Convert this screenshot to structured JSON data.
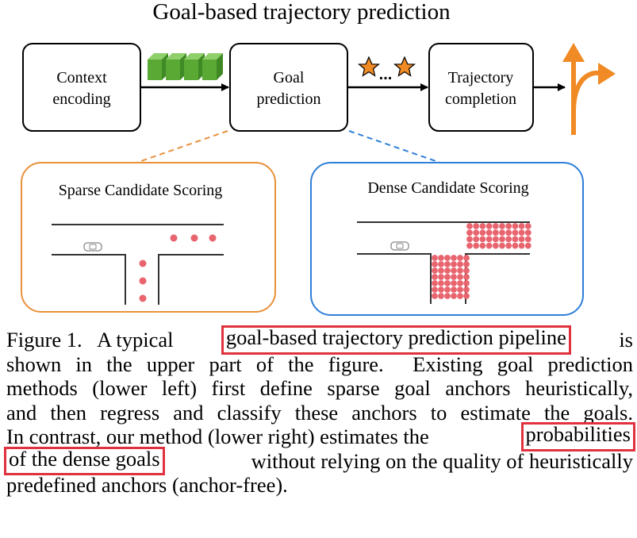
{
  "figure": {
    "title": "Goal-based trajectory prediction",
    "boxes": {
      "context_encoding": [
        "Context",
        "encoding"
      ],
      "goal_prediction": [
        "Goal",
        "prediction"
      ],
      "trajectory_completion": [
        "Trajectory",
        "completion"
      ]
    },
    "stars_ellipsis": "...",
    "panels": {
      "sparse": {
        "title": "Sparse Candidate Scoring"
      },
      "dense": {
        "title": "Dense Candidate Scoring"
      }
    },
    "colors": {
      "sparse_border": "#e8913a",
      "dense_border": "#2f7fd8",
      "goal_dot": "#e8646e",
      "arrow_orange": "#f08a24",
      "feature_green": "#5aa935",
      "highlight_red": "#e0313f"
    }
  },
  "caption": {
    "lines": [
      {
        "before": "Figure 1.   A typical ",
        "highlight": "goal-based trajectory prediction pipeline",
        "after": " is"
      },
      {
        "text": "shown in the upper part of the figure.  Existing goal prediction"
      },
      {
        "text": "methods (lower left) first define sparse goal anchors heuristically,"
      },
      {
        "text": "and then regress and classify these anchors to estimate the goals."
      },
      {
        "before": "In contrast, our method (lower right) estimates the ",
        "highlight": "probabilities",
        "after": ""
      },
      {
        "before": "",
        "highlight": "of the dense goals",
        "after": " without relying on the quality of heuristically"
      },
      {
        "text": "predefined anchors (anchor-free)."
      }
    ]
  }
}
